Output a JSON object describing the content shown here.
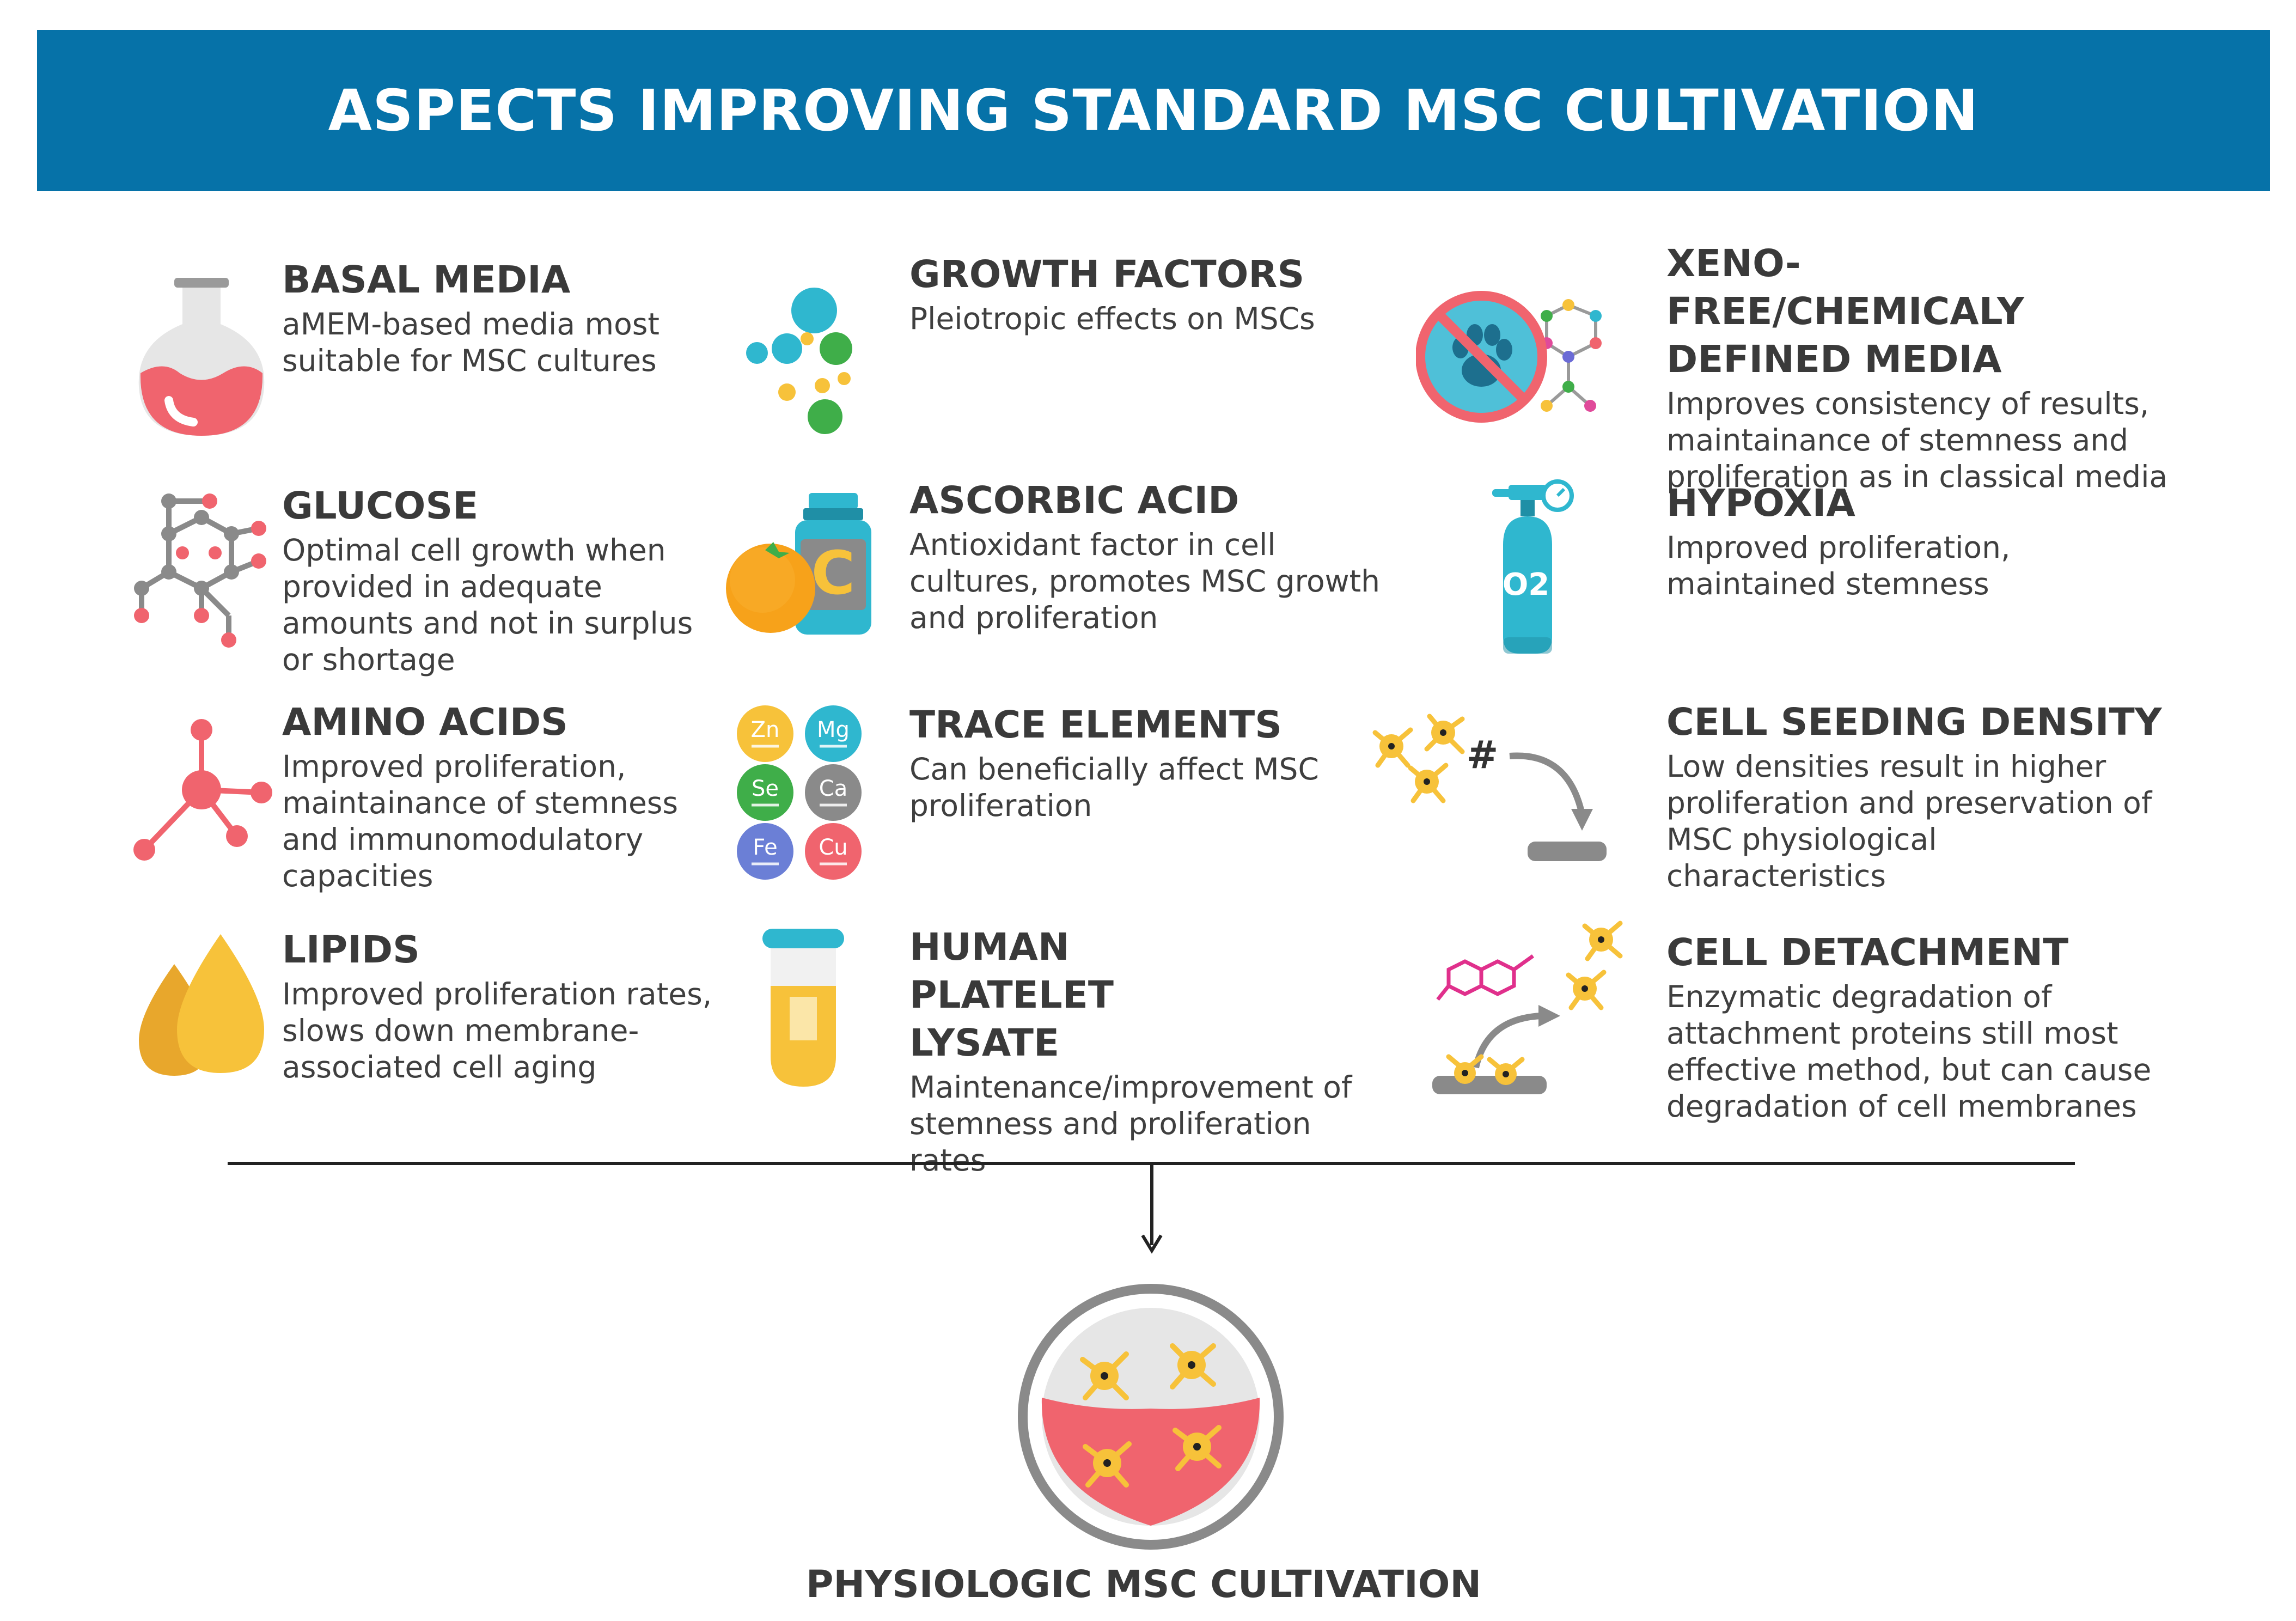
{
  "header": {
    "title": "ASPECTS IMPROVING STANDARD MSC CULTIVATION"
  },
  "items": {
    "basal_media": {
      "title": "BASAL MEDIA",
      "desc": "aMEM-based media most suitable for MSC cultures",
      "icon": "flask-icon"
    },
    "growth_factors": {
      "title": "GROWTH FACTORS",
      "desc": "Pleiotropic effects on MSCs",
      "icon": "molecules-icon"
    },
    "xeno_free": {
      "title": "XENO-FREE/CHEMICALY DEFINED MEDIA",
      "desc": "Improves consistency of results, maintainance of stemness and proliferation as in classical media",
      "icon": "no-animal-icon"
    },
    "glucose": {
      "title": "GLUCOSE",
      "desc": "Optimal cell growth when provided in adequate amounts and not in surplus or shortage",
      "icon": "glucose-molecule-icon"
    },
    "ascorbic_acid": {
      "title": "ASCORBIC ACID",
      "desc": "Antioxidant factor in cell cultures, promotes MSC growth and proliferation",
      "icon": "orange-vitamin-c-icon"
    },
    "hypoxia": {
      "title": "HYPOXIA",
      "desc": "Improved proliferation, maintained stemness",
      "icon": "oxygen-tank-icon"
    },
    "amino_acids": {
      "title": "AMINO ACIDS",
      "desc": "Improved proliferation, maintainance of stemness and immunomodulatory capacities",
      "icon": "molecule-icon"
    },
    "trace_elements": {
      "title": "TRACE ELEMENTS",
      "desc": "Can beneficially affect MSC  proliferation",
      "icon": "elements-icon"
    },
    "cell_seeding": {
      "title": "CELL SEEDING DENSITY",
      "desc": "Low densities result in higher proliferation and preservation of MSC physiological characteristics",
      "icon": "cell-seeding-icon"
    },
    "lipids": {
      "title": "LIPIDS",
      "desc": "Improved proliferation rates, slows down membrane-associated cell aging",
      "icon": "lipid-drops-icon"
    },
    "hpl": {
      "title": "HUMAN PLATELET LYSATE",
      "desc": "Maintenance/improvement of stemness and proliferation rates",
      "icon": "tube-icon"
    },
    "cell_detachment": {
      "title": "CELL DETACHMENT",
      "desc": "Enzymatic degradation of attachment proteins still most effective method, but can cause degradation of cell membranes",
      "icon": "cell-detachment-icon"
    }
  },
  "elements": [
    "Zn",
    "Mg",
    "Se",
    "Ca",
    "Fe",
    "Cu"
  ],
  "oxygen_label": "O2",
  "seeding_symbol": "#",
  "vitamin_label": "C",
  "footer": {
    "title": "PHYSIOLOGIC MSC CULTIVATION",
    "icon": "culture-dish-icon"
  },
  "colors": {
    "banner": "#0672a8",
    "pink": "#f0646e",
    "yellow": "#f7c23a",
    "teal": "#2fb7cf",
    "grey": "#8a8a8a"
  }
}
